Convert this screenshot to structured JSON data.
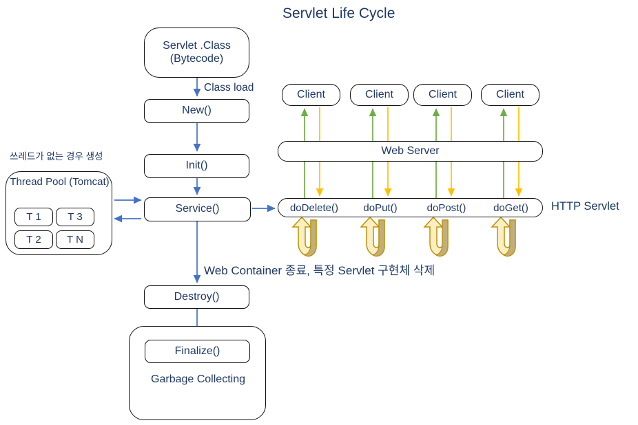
{
  "diagram": {
    "title": "Servlet Life Cycle",
    "colors": {
      "box_border": "#111111",
      "text": "#1f3864",
      "flow_arrow": "#4472c4",
      "response_arrow": "#70ad47",
      "request_arrow": "#ffc000",
      "loop_arrow_fill": "#faeec3",
      "loop_arrow_shadow": "#bfae79",
      "loop_arrow_stroke": "#bf9000"
    }
  },
  "lifecycle": {
    "servlet_class": {
      "line1": "Servlet .Class",
      "line2": "(Bytecode)"
    },
    "class_load_label": "Class load",
    "new": "New()",
    "init": "Init()",
    "service": "Service()",
    "destroy": "Destroy()",
    "finalize": "Finalize()",
    "garbage_collecting": "Garbage Collecting",
    "container_note": "Web Container 종료, 특정 Servlet 구현체 삭제"
  },
  "thread_pool": {
    "note": "쓰레드가 없는 경우 생성",
    "title_line1": "Thread Pool",
    "title_line2": "(Tomcat)",
    "threads": [
      "T 1",
      "T 3",
      "T 2",
      "T N"
    ]
  },
  "server_side": {
    "clients": [
      "Client",
      "Client",
      "Client",
      "Client"
    ],
    "web_server": "Web Server",
    "http_servlet_label": "HTTP Servlet",
    "methods": [
      "doDelete()",
      "doPut()",
      "doPost()",
      "doGet()"
    ]
  }
}
